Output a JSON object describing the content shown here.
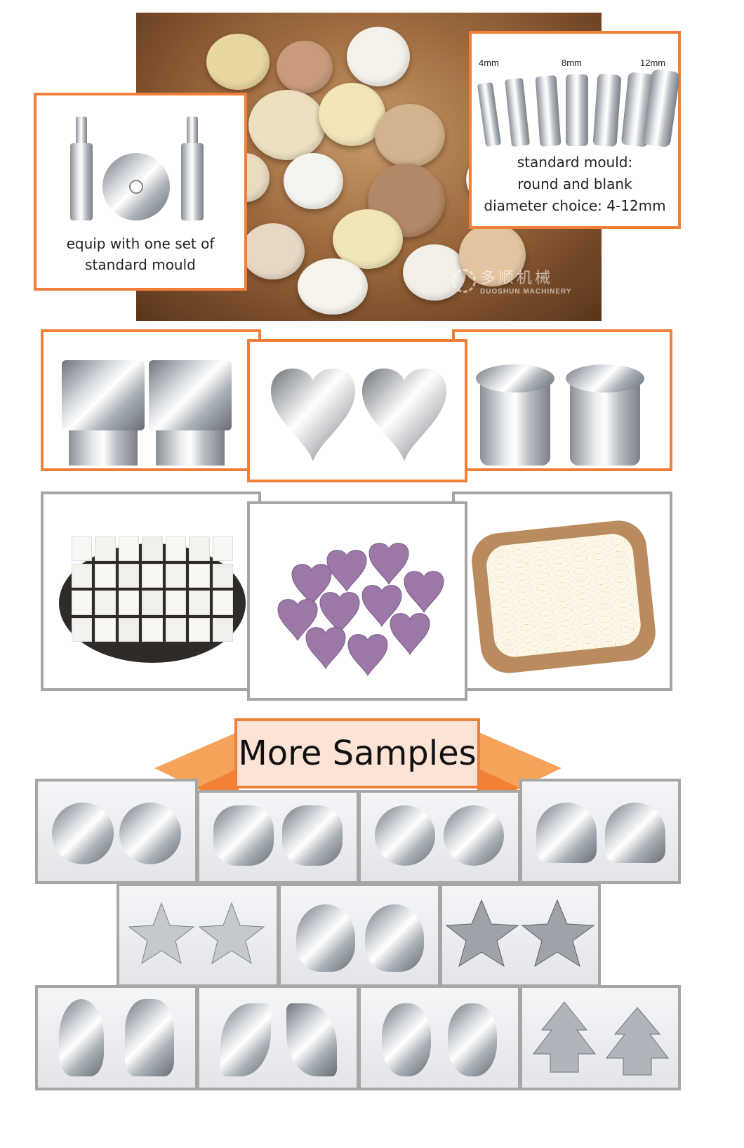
{
  "callouts": {
    "left_caption_line1": "equip with one set of",
    "left_caption_line2": "standard mould",
    "right_caption_line1": "standard mould:",
    "right_caption_line2": "round and blank",
    "right_caption_line3": "diameter choice: 4-12mm",
    "size_labels": [
      "4mm",
      "8mm",
      "12mm"
    ]
  },
  "watermark": {
    "cn": "多顺机械",
    "en": "DUOSHUN MACHINERY"
  },
  "banner": {
    "title": "More Samples"
  },
  "colors": {
    "accent_orange": "#f07f3a",
    "banner_fill": "#fbe3d6",
    "frame_gray": "#a6a6a6"
  }
}
